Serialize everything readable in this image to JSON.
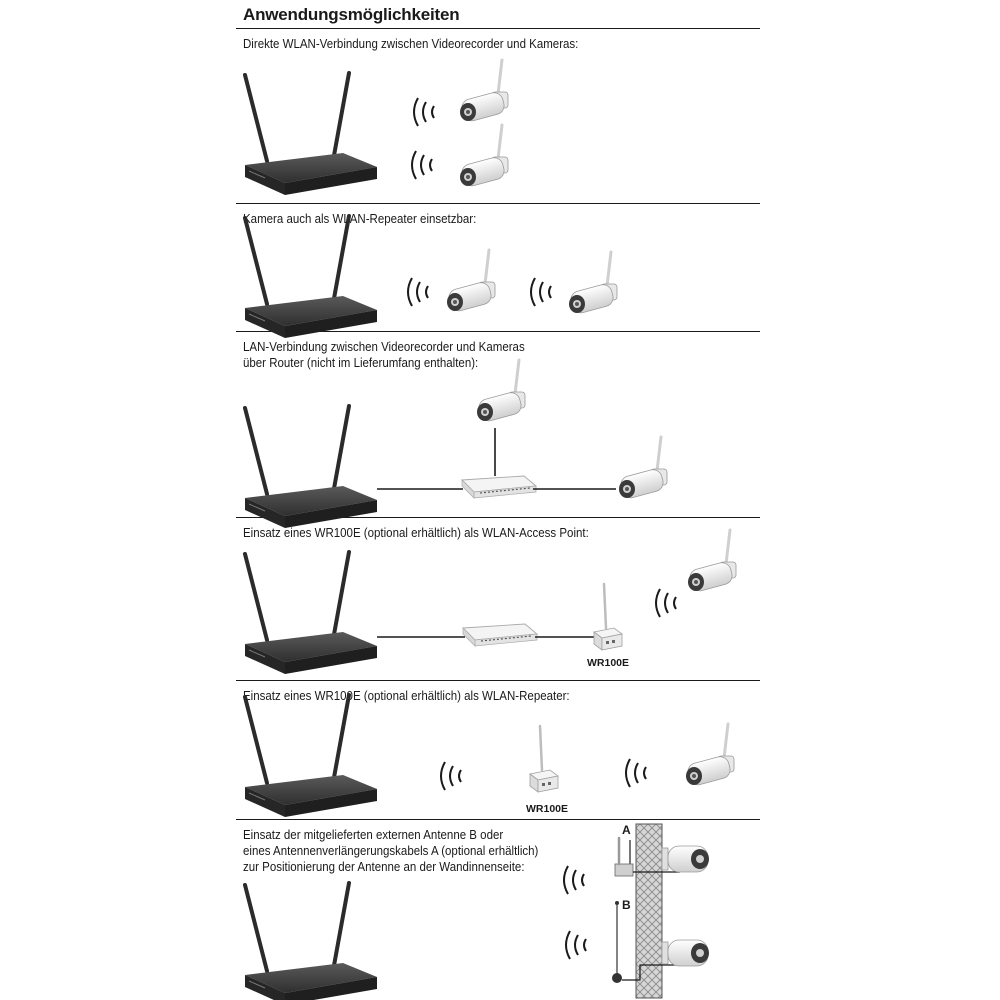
{
  "title": "Anwendungsmöglichkeiten",
  "sections": [
    {
      "text": "Direkte WLAN-Verbindung zwischen Videorecorder und Kameras:"
    },
    {
      "text": "Kamera auch als WLAN-Repeater einsetzbar:"
    },
    {
      "line1": "LAN-Verbindung zwischen Videorecorder und Kameras",
      "line2": "über Router (nicht im Lieferumfang enthalten):"
    },
    {
      "text": "Einsatz eines WR100E (optional erhältlich) als WLAN-Access Point:",
      "device_label": "WR100E"
    },
    {
      "text": "Einsatz eines WR100E (optional erhältlich) als WLAN-Repeater:",
      "device_label": "WR100E"
    },
    {
      "line1": "Einsatz der mitgelieferten externen Antenne B oder",
      "line2": "eines Antennenverlängerungskabels A (optional erhältlich)",
      "line3": "zur Positionierung der Antenne an der Wandinnenseite:",
      "label_a": "A",
      "label_b": "B"
    }
  ],
  "colors": {
    "text": "#1a1a1a",
    "recorder": "#3b3b3b",
    "camera": "#f2f2f2",
    "wall": "#cfcfcf"
  }
}
